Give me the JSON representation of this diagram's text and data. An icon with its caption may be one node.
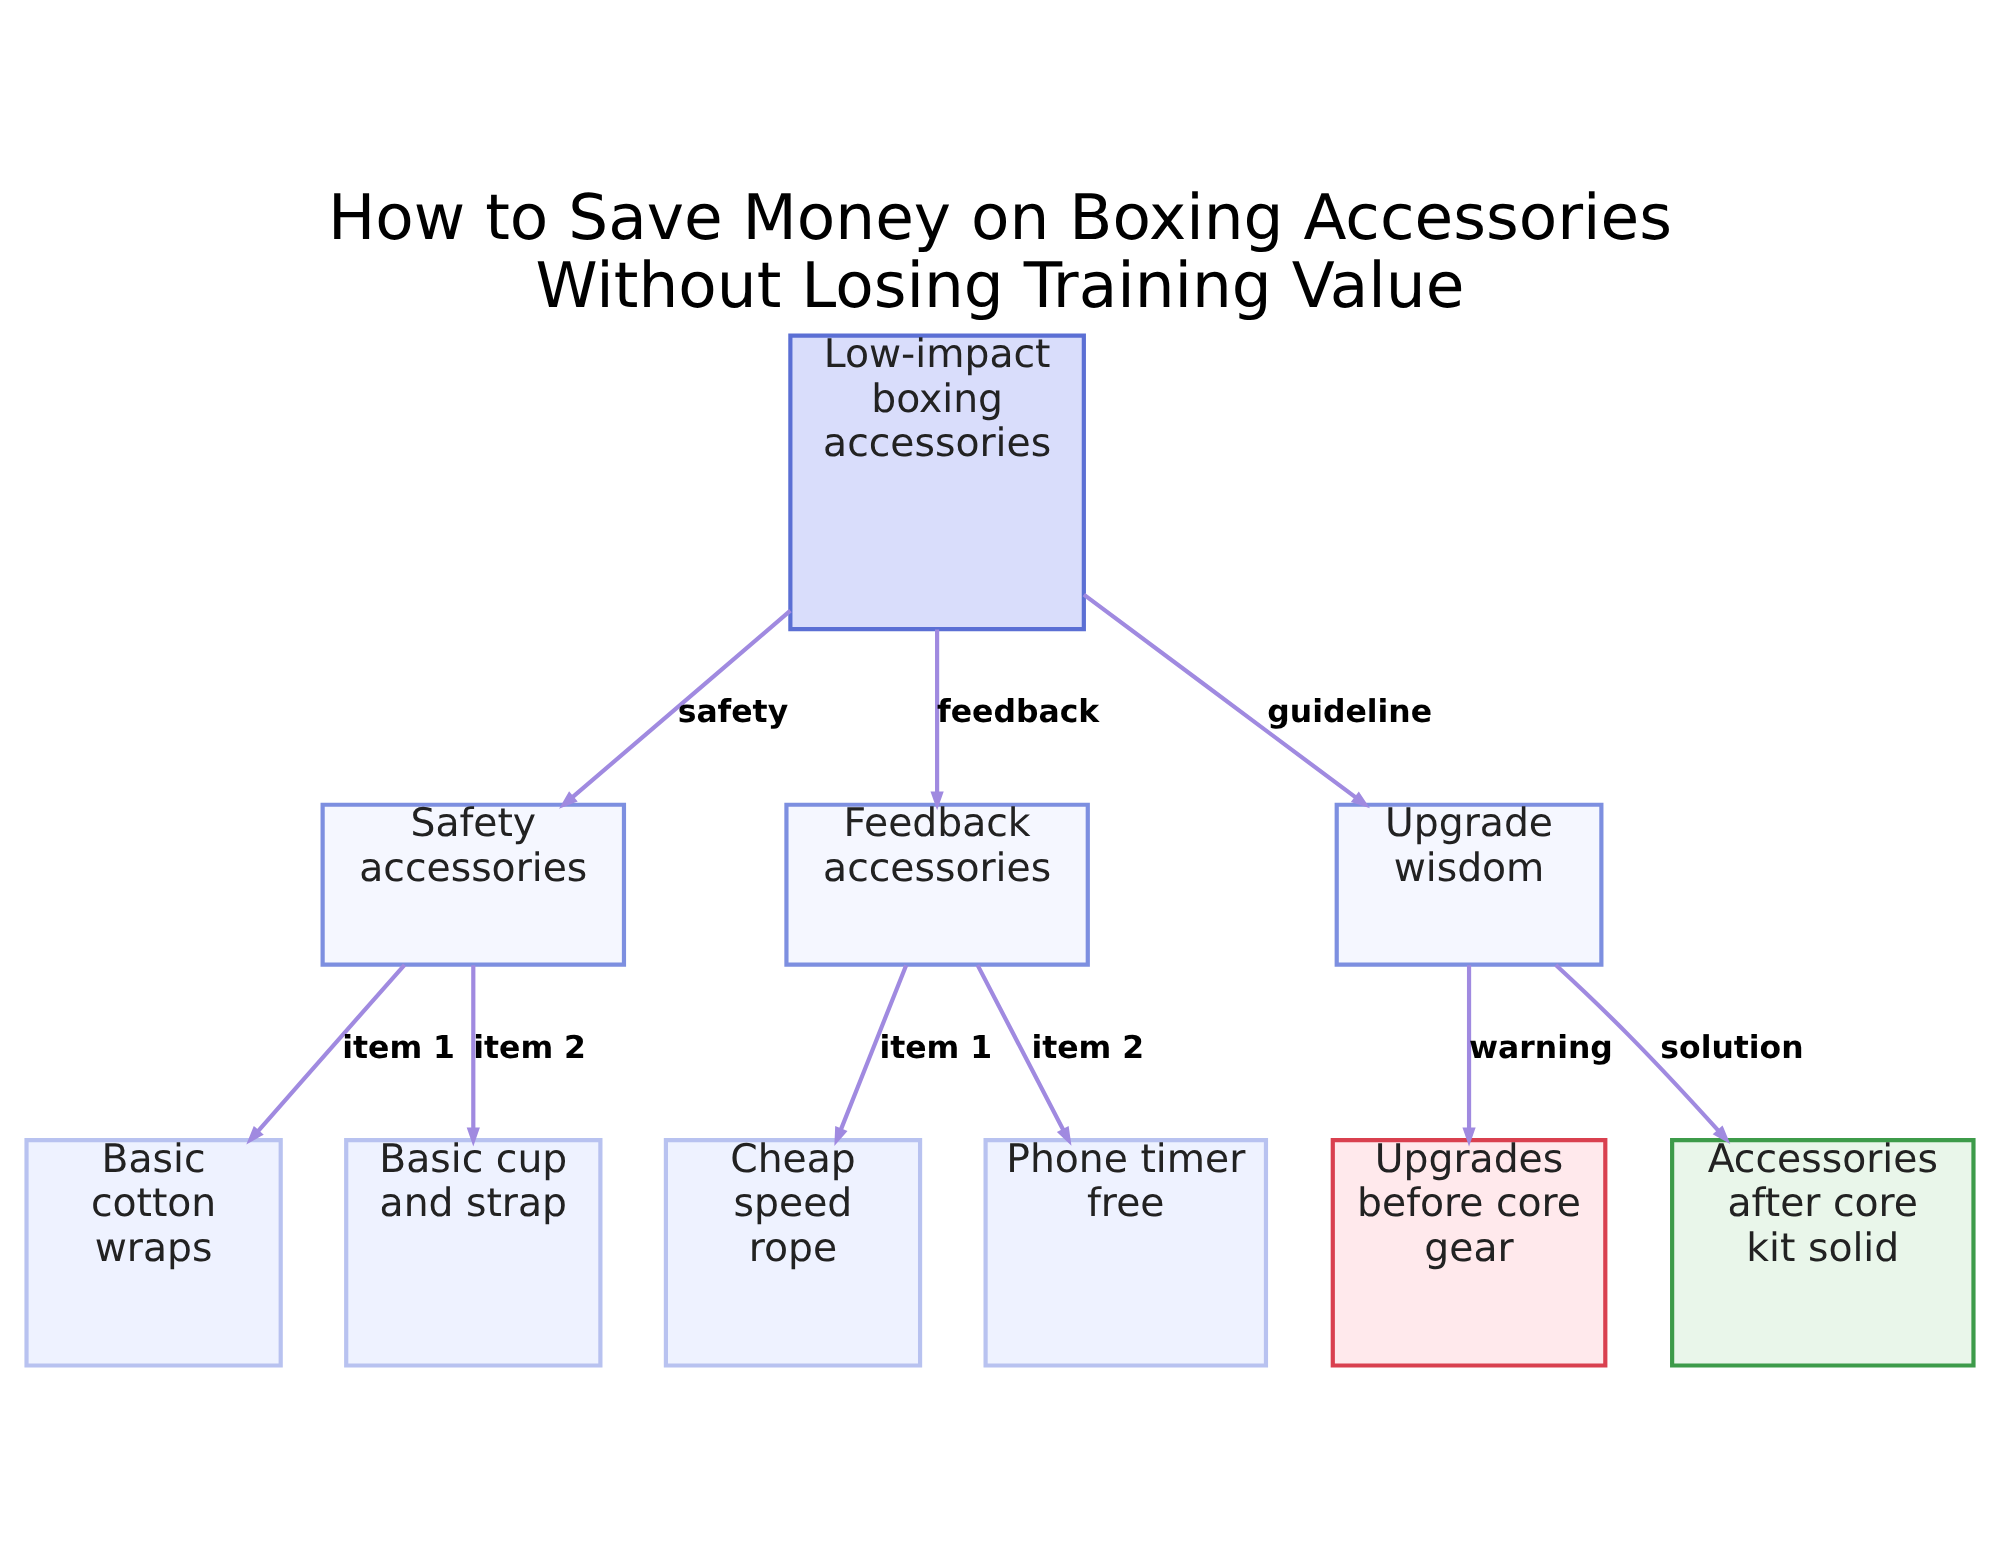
{
  "diagram": {
    "title": "How to Save Money on Boxing Accessories Without Losing Training Value",
    "nodes": [
      {
        "text": [
          "Low-impact boxing accessories"
        ]
      },
      {
        "text": [
          "Safety accessories"
        ]
      },
      {
        "text": [
          "Feedback accessories"
        ]
      },
      {
        "text": [
          "Upgrade wisdom"
        ]
      },
      {
        "text": [
          "Basic cotton wraps"
        ]
      },
      {
        "text": [
          "Basic cup and strap"
        ]
      },
      {
        "text": [
          "Cheap speed rope"
        ]
      },
      {
        "text": [
          "Phone timer free"
        ]
      },
      {
        "text": [
          "Upgrades before core gear"
        ]
      },
      {
        "text": [
          "Accessories after core kit solid"
        ]
      }
    ],
    "edges": [
      {
        "from": 0,
        "to": 1,
        "arrow": "to",
        "label": "safety"
      },
      {
        "from": 0,
        "to": 2,
        "arrow": "to",
        "label": "feedback"
      },
      {
        "from": 0,
        "to": 3,
        "arrow": "to",
        "label": "guideline"
      },
      {
        "from": 1,
        "to": 4,
        "arrow": "to",
        "label": "item 1"
      },
      {
        "from": 1,
        "to": 5,
        "arrow": "to",
        "label": "item 2"
      },
      {
        "from": 2,
        "to": 6,
        "arrow": "to",
        "label": "item 1"
      },
      {
        "from": 2,
        "to": 7,
        "arrow": "to",
        "label": "item 2"
      },
      {
        "from": 3,
        "to": 8,
        "arrow": "to",
        "label": "warning"
      },
      {
        "from": 3,
        "to": 9,
        "arrow": "to",
        "label": "solution"
      }
    ]
  }
}
